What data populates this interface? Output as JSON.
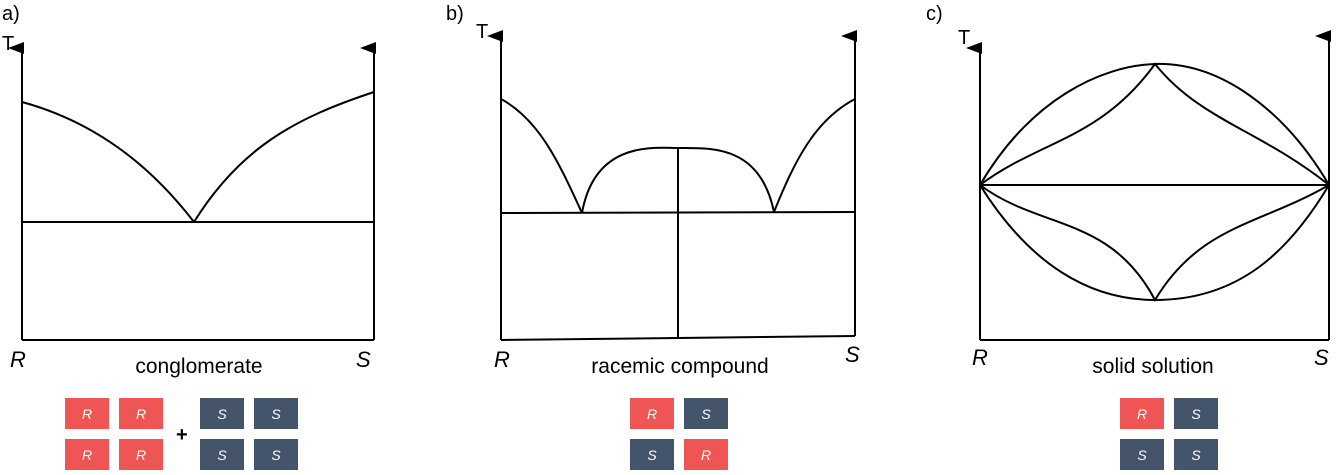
{
  "panels": [
    {
      "letter": "a)",
      "axis_label": "T",
      "left_label": "R",
      "right_label": "S",
      "caption": "conglomerate",
      "crystal": {
        "groups": [
          [
            [
              "R",
              "R"
            ],
            [
              "R",
              "R"
            ]
          ],
          [
            [
              "S",
              "S"
            ],
            [
              "S",
              "S"
            ]
          ]
        ],
        "joiner": "+"
      }
    },
    {
      "letter": "b)",
      "axis_label": "T",
      "left_label": "R",
      "right_label": "S",
      "caption": "racemic compound",
      "crystal": {
        "groups": [
          [
            [
              "R",
              "S"
            ],
            [
              "S",
              "R"
            ]
          ]
        ]
      }
    },
    {
      "letter": "c)",
      "axis_label": "T",
      "left_label": "R",
      "right_label": "S",
      "caption": "solid solution",
      "crystal": {
        "groups": [
          [
            [
              "R",
              "S"
            ],
            [
              "S",
              "S"
            ]
          ]
        ]
      }
    }
  ],
  "colors": {
    "R": "#f05555",
    "S": "#44546a",
    "line": "#000000"
  }
}
